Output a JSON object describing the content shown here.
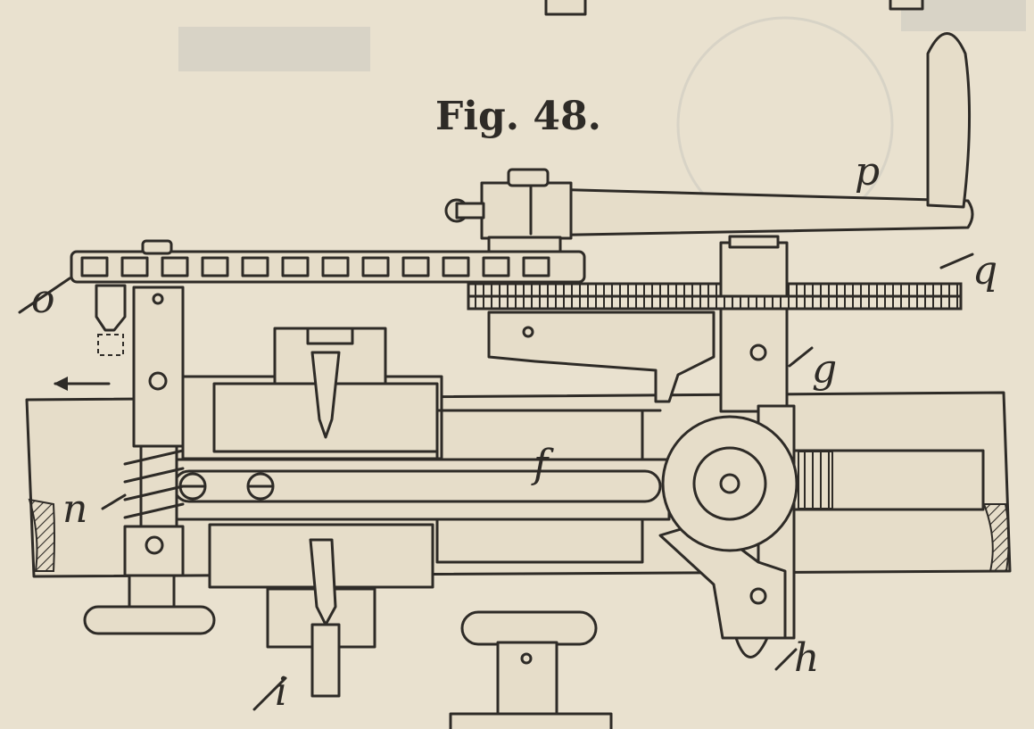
{
  "figure": {
    "title": "Fig. 48."
  },
  "labels": {
    "p": "p",
    "q": "q",
    "o": "o",
    "g": "g",
    "f": "f",
    "n": "n",
    "h": "h",
    "i": "i"
  },
  "colors": {
    "paper": "#e9e1cf",
    "ink": "#2e2b27"
  }
}
